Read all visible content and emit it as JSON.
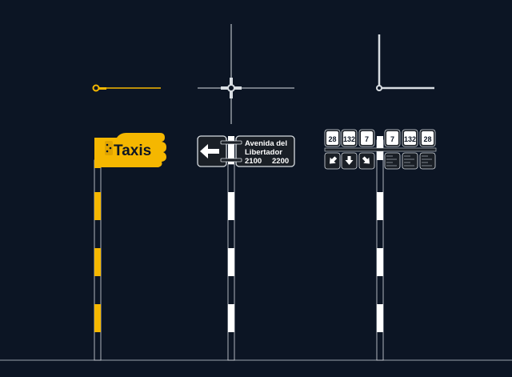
{
  "colors": {
    "background": "#0c1524",
    "yellow": "#f5b700",
    "white": "#ffffff",
    "sign_dark": "#1a1f26"
  },
  "taxi_sign": {
    "label": "Taxis",
    "icon": "pointing-hand-icon"
  },
  "street_sign": {
    "line1": "Avenida del",
    "line2": "Libertador",
    "num_left": "2100",
    "num_right": "2200",
    "arrow": "arrow-left-icon"
  },
  "bus_sign": {
    "left_routes": [
      "28",
      "132",
      "7"
    ],
    "right_routes": [
      "7",
      "132",
      "28"
    ],
    "left_arrows": [
      "arrow-down-left-icon",
      "arrow-down-icon",
      "arrow-down-right-icon"
    ]
  }
}
